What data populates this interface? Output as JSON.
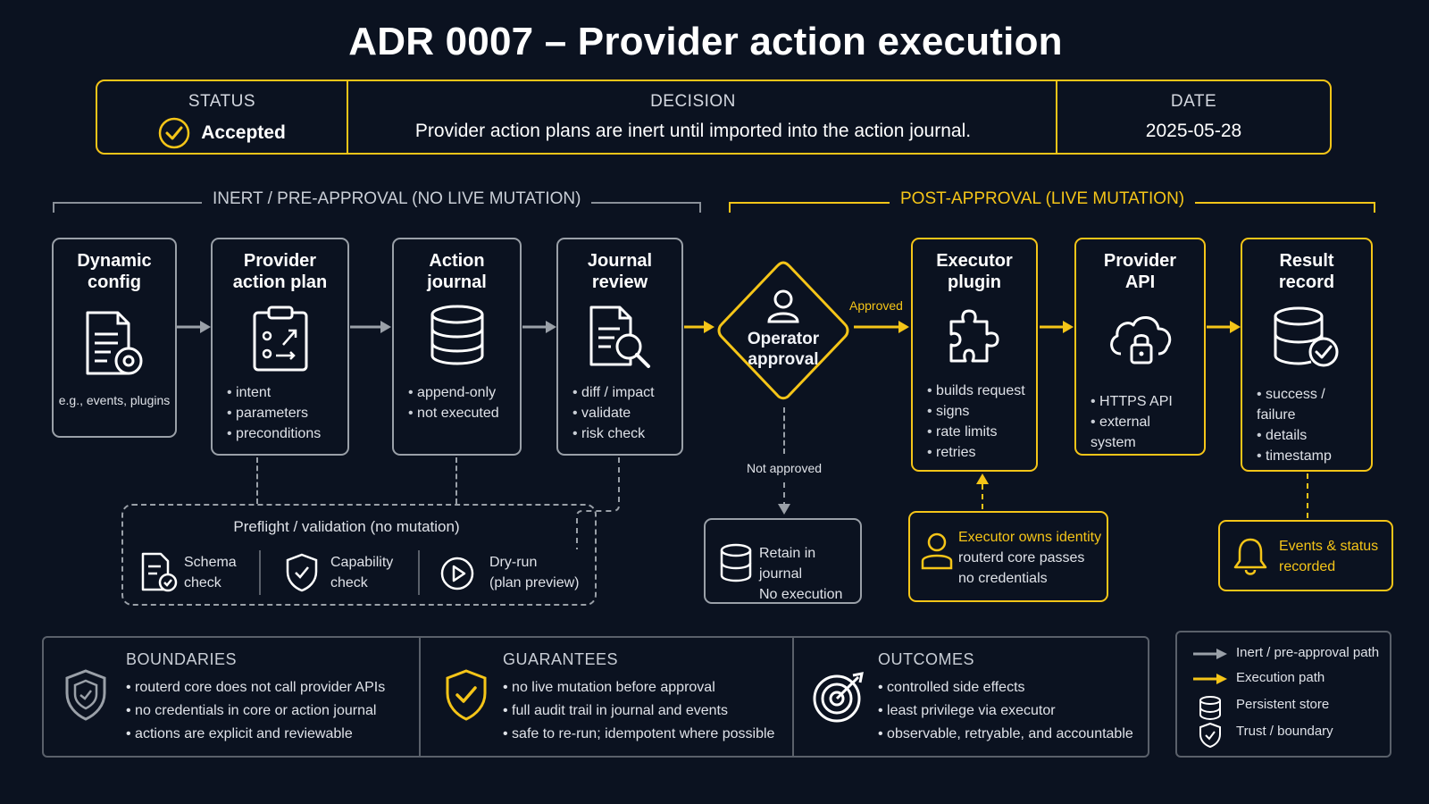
{
  "title": "ADR 0007 – Provider action execution",
  "header": {
    "status_label": "STATUS",
    "status_value": "Accepted",
    "decision_label": "DECISION",
    "decision_value": "Provider action plans are inert until imported into the action journal.",
    "date_label": "DATE",
    "date_value": "2025-05-28"
  },
  "sections": {
    "inert": "INERT / PRE-APPROVAL (NO LIVE MUTATION)",
    "post": "POST-APPROVAL (LIVE MUTATION)"
  },
  "nodes": {
    "dynamic_config": {
      "title": "Dynamic\nconfig",
      "caption": "e.g., events, plugins"
    },
    "action_plan": {
      "title": "Provider\naction plan",
      "items": [
        "intent",
        "parameters",
        "preconditions"
      ]
    },
    "action_journal": {
      "title": "Action\njournal",
      "items": [
        "append-only",
        "not executed"
      ]
    },
    "journal_review": {
      "title": "Journal\nreview",
      "items": [
        "diff / impact",
        "validate",
        "risk check"
      ]
    },
    "operator_approval": {
      "title": "Operator\napproval",
      "approved": "Approved",
      "not_approved": "Not approved"
    },
    "executor_plugin": {
      "title": "Executor\nplugin",
      "items": [
        "builds request",
        "signs",
        "rate limits",
        "retries"
      ]
    },
    "provider_api": {
      "title": "Provider\nAPI",
      "items": [
        "HTTPS API",
        "external system"
      ]
    },
    "result_record": {
      "title": "Result\nrecord",
      "items": [
        "success / failure",
        "details",
        "timestamp"
      ]
    }
  },
  "preflight": {
    "title": "Preflight / validation (no mutation)",
    "checks": [
      {
        "line1": "Schema",
        "line2": "check"
      },
      {
        "line1": "Capability",
        "line2": "check"
      },
      {
        "line1": "Dry-run",
        "line2": "(plan preview)"
      }
    ]
  },
  "retain": {
    "line1": "Retain in journal",
    "line2": "No execution"
  },
  "executor_identity": {
    "line1": "Executor owns identity",
    "line2": "routerd core passes",
    "line3": "no credentials"
  },
  "events_status": {
    "line1": "Events & status",
    "line2": "recorded"
  },
  "bottom": {
    "boundaries": {
      "title": "BOUNDARIES",
      "items": [
        "routerd core does not call provider APIs",
        "no credentials in core or action journal",
        "actions are explicit and reviewable"
      ]
    },
    "guarantees": {
      "title": "GUARANTEES",
      "items": [
        "no live mutation before approval",
        "full audit trail in journal and events",
        "safe to re-run; idempotent where possible"
      ]
    },
    "outcomes": {
      "title": "OUTCOMES",
      "items": [
        "controlled side effects",
        "least privilege via executor",
        "observable, retryable, and accountable"
      ]
    }
  },
  "legend": [
    "Inert / pre-approval path",
    "Execution path",
    "Persistent store",
    "Trust / boundary"
  ],
  "colors": {
    "accent": "#f5c518",
    "neutral": "#9aa0a8",
    "background": "#0b1220"
  }
}
